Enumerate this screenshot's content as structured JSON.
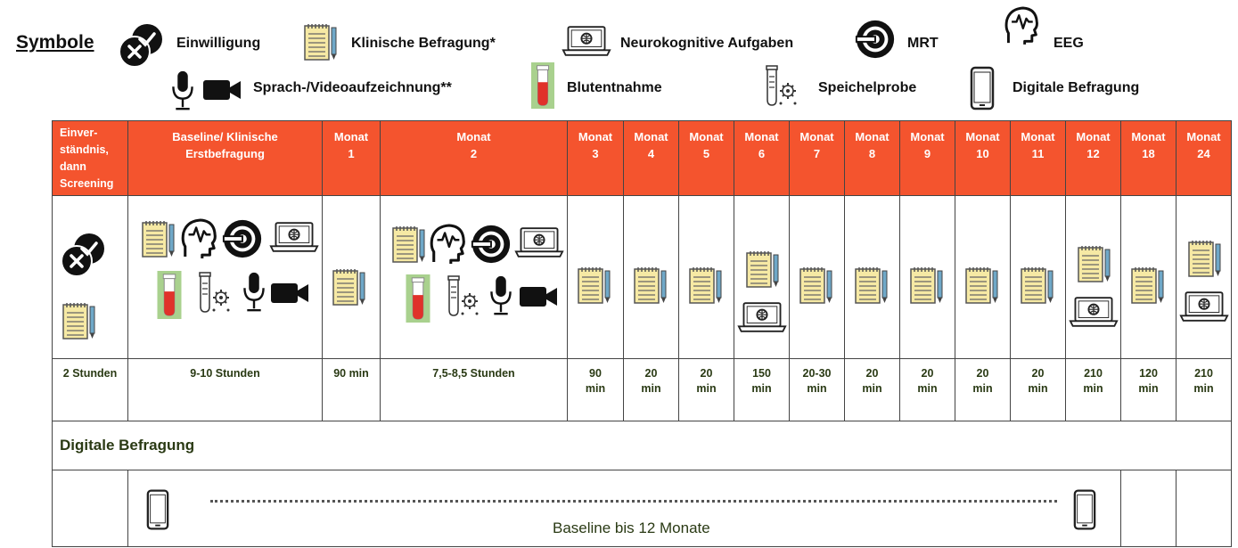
{
  "legend": {
    "title": "Symbole",
    "items": {
      "consent": "Einwilligung",
      "clinical": "Klinische Befragung*",
      "neuro": "Neurokognitive Aufgaben",
      "mrt": "MRT",
      "eeg": "EEG",
      "speech": "Sprach-/Videoaufzeichnung**",
      "blood": "Blutentnahme",
      "saliva": "Speichelprobe",
      "digital": "Digitale Befragung"
    }
  },
  "columns": [
    {
      "header": "Einver-\nständnis,\ndann\nScreening",
      "duration": "2 Stunden",
      "icons": [
        "consent-icon",
        "notepad-icon"
      ]
    },
    {
      "header": "Baseline/ Klinische\nErstbefragung",
      "duration": "9-10 Stunden",
      "icons": [
        "notepad-icon",
        "eeg-icon",
        "mrt-icon",
        "laptop-icon",
        "blood-tube-icon",
        "saliva-icon",
        "microphone-icon",
        "video-camera-icon"
      ]
    },
    {
      "header": "Monat\n1",
      "duration": "90 min",
      "icons": [
        "notepad-icon"
      ]
    },
    {
      "header": "Monat\n2",
      "duration": "7,5-8,5 Stunden",
      "icons": [
        "notepad-icon",
        "eeg-icon",
        "mrt-icon",
        "laptop-icon",
        "blood-tube-icon",
        "saliva-icon",
        "microphone-icon",
        "video-camera-icon"
      ]
    },
    {
      "header": "Monat\n3",
      "duration": "90\nmin",
      "icons": [
        "notepad-icon"
      ]
    },
    {
      "header": "Monat\n4",
      "duration": "20\nmin",
      "icons": [
        "notepad-icon"
      ]
    },
    {
      "header": "Monat\n5",
      "duration": "20\nmin",
      "icons": [
        "notepad-icon"
      ]
    },
    {
      "header": "Monat\n6",
      "duration": "150\nmin",
      "icons": [
        "notepad-icon",
        "laptop-icon"
      ]
    },
    {
      "header": "Monat\n7",
      "duration": "20-30\nmin",
      "icons": [
        "notepad-icon"
      ]
    },
    {
      "header": "Monat\n8",
      "duration": "20\nmin",
      "icons": [
        "notepad-icon"
      ]
    },
    {
      "header": "Monat\n9",
      "duration": "20\nmin",
      "icons": [
        "notepad-icon"
      ]
    },
    {
      "header": "Monat\n10",
      "duration": "20\nmin",
      "icons": [
        "notepad-icon"
      ]
    },
    {
      "header": "Monat\n11",
      "duration": "20\nmin",
      "icons": [
        "notepad-icon"
      ]
    },
    {
      "header": "Monat\n12",
      "duration": "210\nmin",
      "icons": [
        "notepad-icon",
        "laptop-icon"
      ]
    },
    {
      "header": "Monat\n18",
      "duration": "120\nmin",
      "icons": [
        "notepad-icon"
      ]
    },
    {
      "header": "Monat\n24",
      "duration": "210\nmin",
      "icons": [
        "notepad-icon",
        "laptop-icon"
      ]
    }
  ],
  "digital_section": {
    "title": "Digitale Befragung",
    "range_label": "Baseline bis 12 Monate"
  },
  "colors": {
    "header_bg": "#f4542e",
    "text_dark_green": "#2a3a14",
    "notepad_yellow": "#f6e9a4",
    "blood_tube_bg": "#a9d18e"
  }
}
